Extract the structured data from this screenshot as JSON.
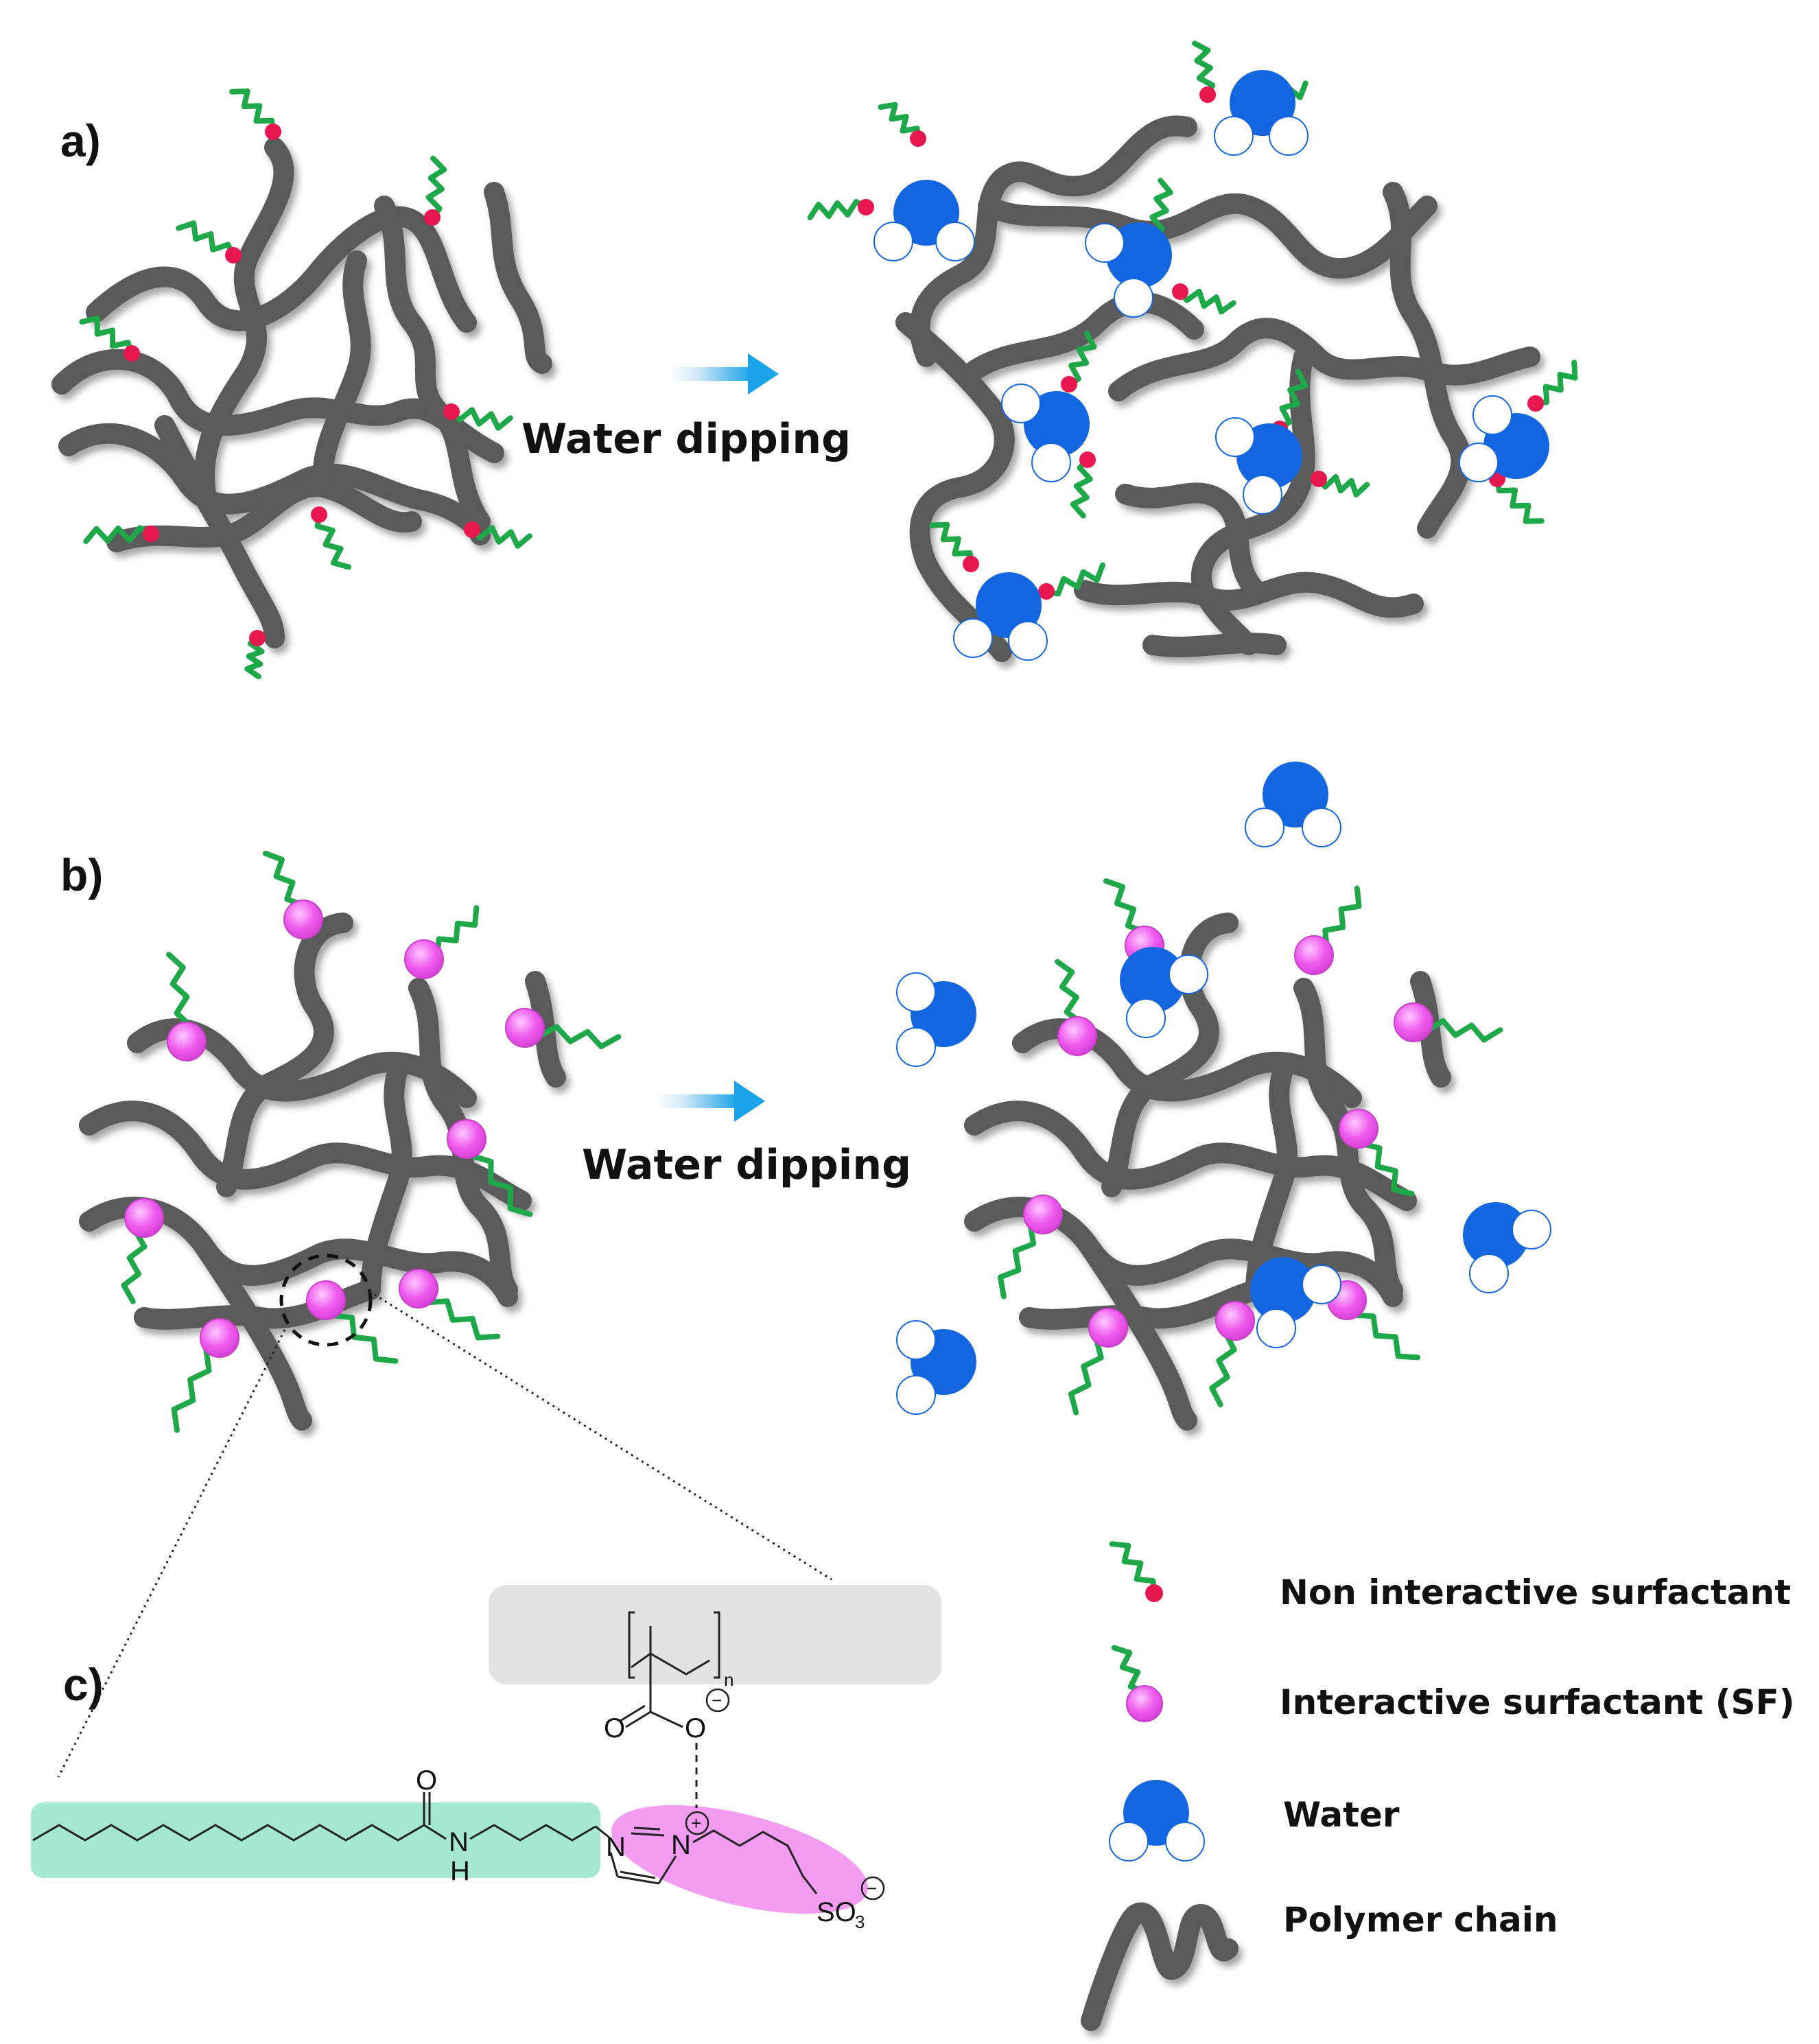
{
  "panels": {
    "a": "a)",
    "b": "b)",
    "c": "c)"
  },
  "arrows": {
    "a_label": "Water dipping",
    "b_label": "Water dipping"
  },
  "legend": {
    "non_interactive": "Non interactive surfactant",
    "interactive": "Interactive surfactant (SF)",
    "water": "Water",
    "polymer": "Polymer chain"
  },
  "chemistry": {
    "n_subscript": "n",
    "carbonyl_o": "O",
    "carboxylate_o": "O",
    "amide_o": "O",
    "amide_n": "N",
    "amide_h": "H",
    "ring_n1": "N",
    "ring_n3": "N",
    "sulfonate": "SO",
    "sulfonate_sub": "3",
    "plus_sign": "+",
    "minus_sign": "−"
  },
  "colors": {
    "polymer": "#5a5a5a",
    "surfactant_tail": "#1fa84a",
    "non_interactive_head": "#e8174f",
    "interactive_head": "#ef5bef",
    "water_oxygen": "#1466e0",
    "water_hydrogen": "#ffffff",
    "alkyl_highlight": "#a3e8cf",
    "imidazolium_highlight": "#f49cf2",
    "polymer_box": "#e2e2e2",
    "arrow_start": "#ffffff",
    "arrow_end": "#1aa3e8"
  }
}
